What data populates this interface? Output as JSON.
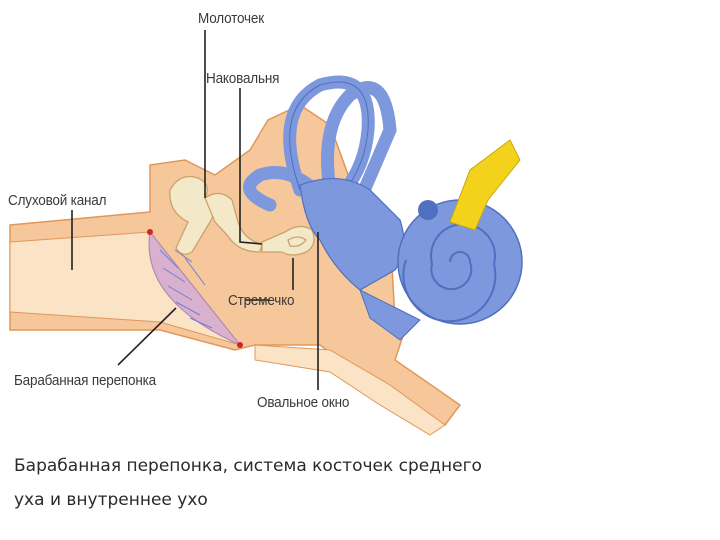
{
  "labels": {
    "malleus": "Молоточек",
    "incus": "Наковальня",
    "ear_canal": "Слуховой канал",
    "stapes": "Стремечко",
    "eardrum": "Барабанная перепонка",
    "oval_window": "Овальное окно"
  },
  "caption": {
    "line1": "Барабанная перепонка, система косточек среднего",
    "line2": "уха и внутреннее ухо"
  },
  "colors": {
    "tissue": "#f6c79a",
    "tissue_edge": "#e0975a",
    "canal": "#fbe3c6",
    "bone": "#f3e9c8",
    "inner_ear": "#7d98dc",
    "inner_ear_dark": "#4f6fc0",
    "nerve": "#f3d21c",
    "eardrum": "#d9b1cf"
  }
}
